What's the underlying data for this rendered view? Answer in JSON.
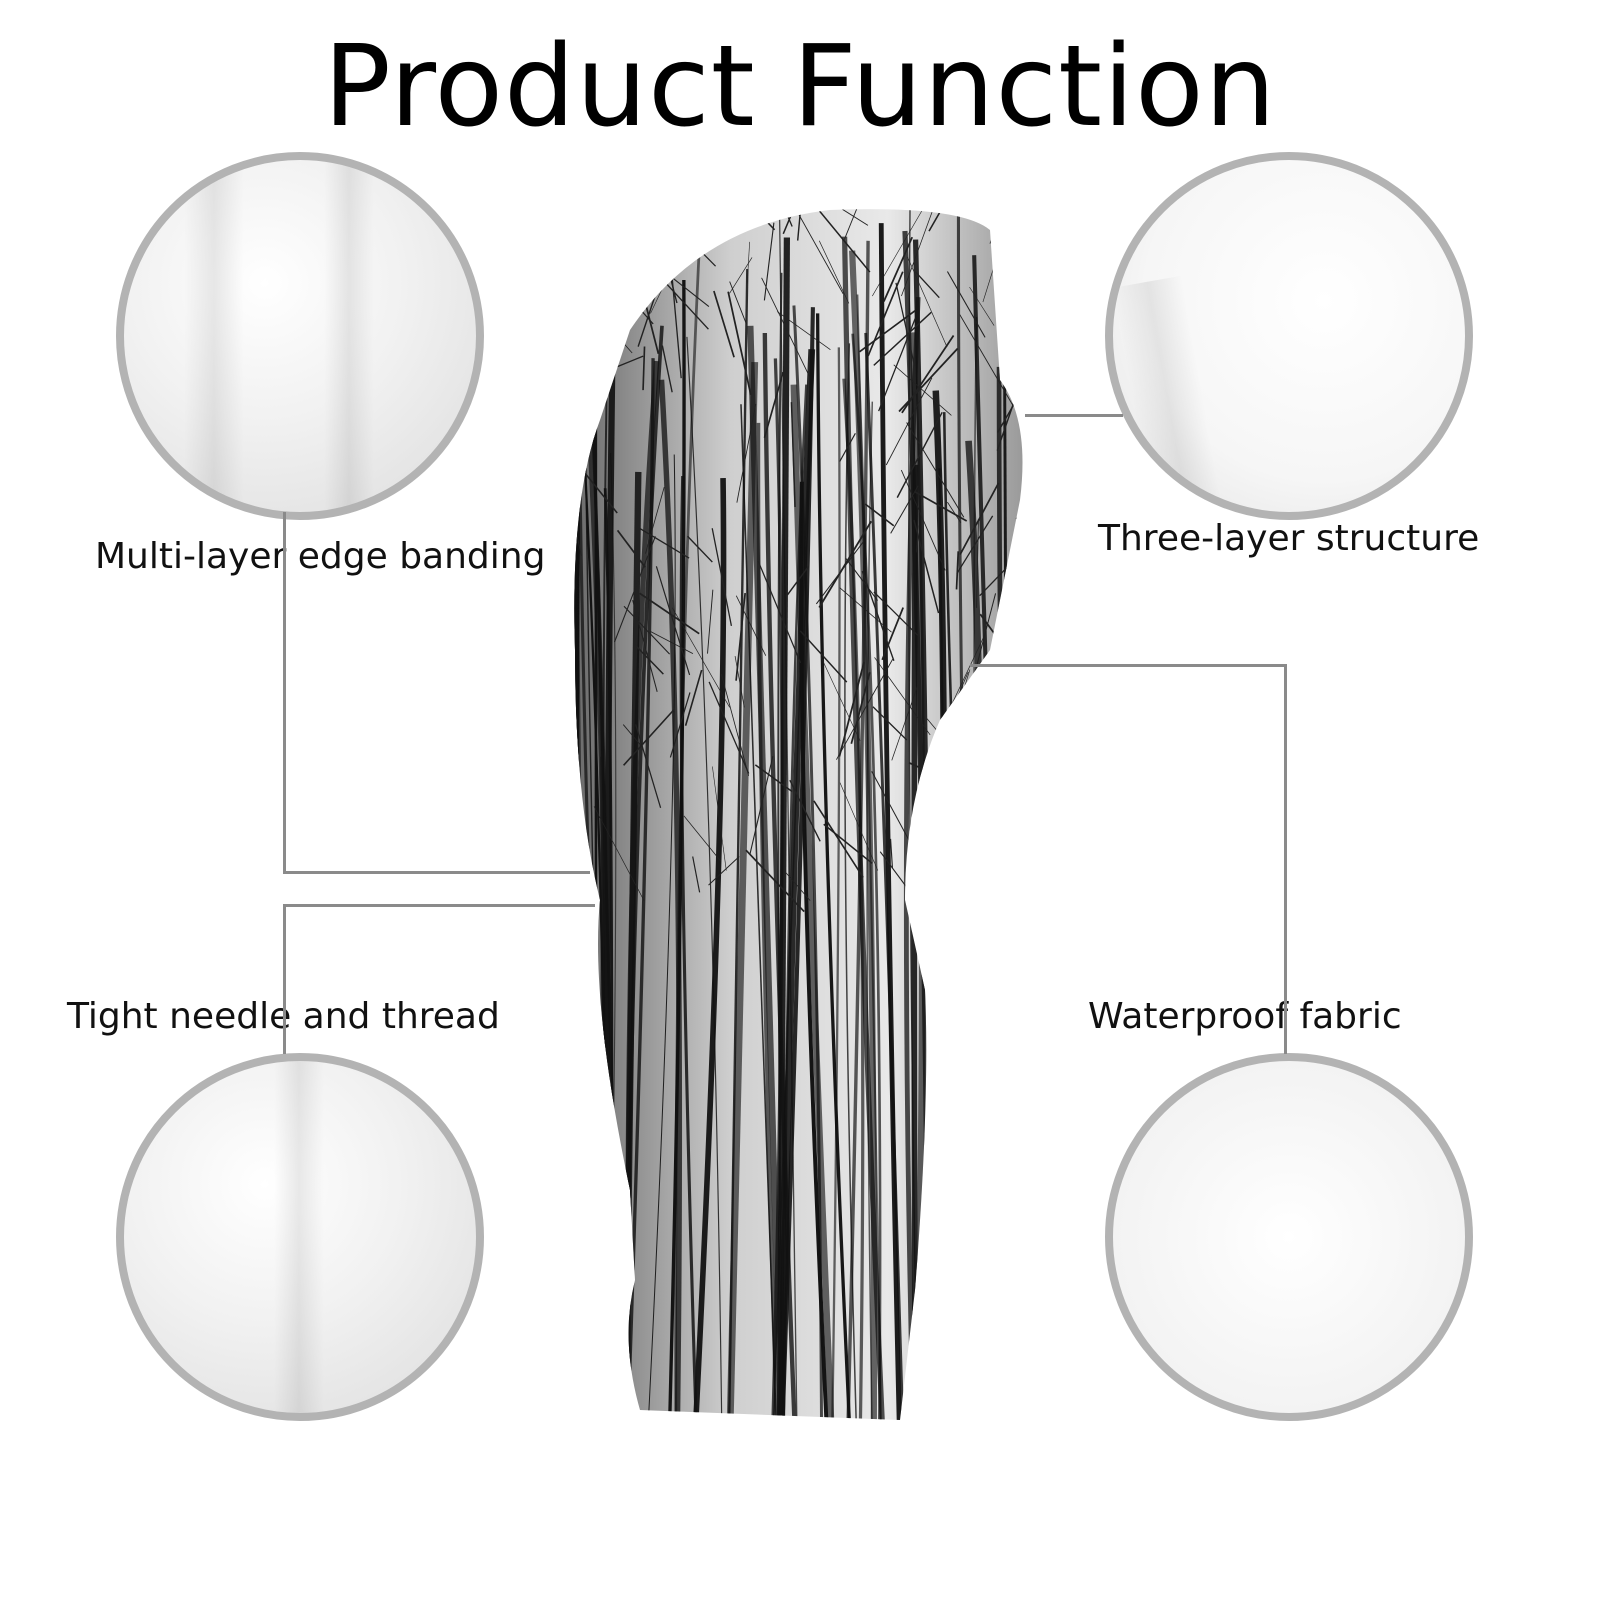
{
  "title": "Product Function",
  "features": [
    {
      "label": "Multi-layer edge banding"
    },
    {
      "label": "Three-layer structure"
    },
    {
      "label": "Tight needle and thread"
    },
    {
      "label": "Waterproof fabric"
    }
  ],
  "colors": {
    "circle_border": "#b3b3b3",
    "connector": "#8a8a8a"
  }
}
